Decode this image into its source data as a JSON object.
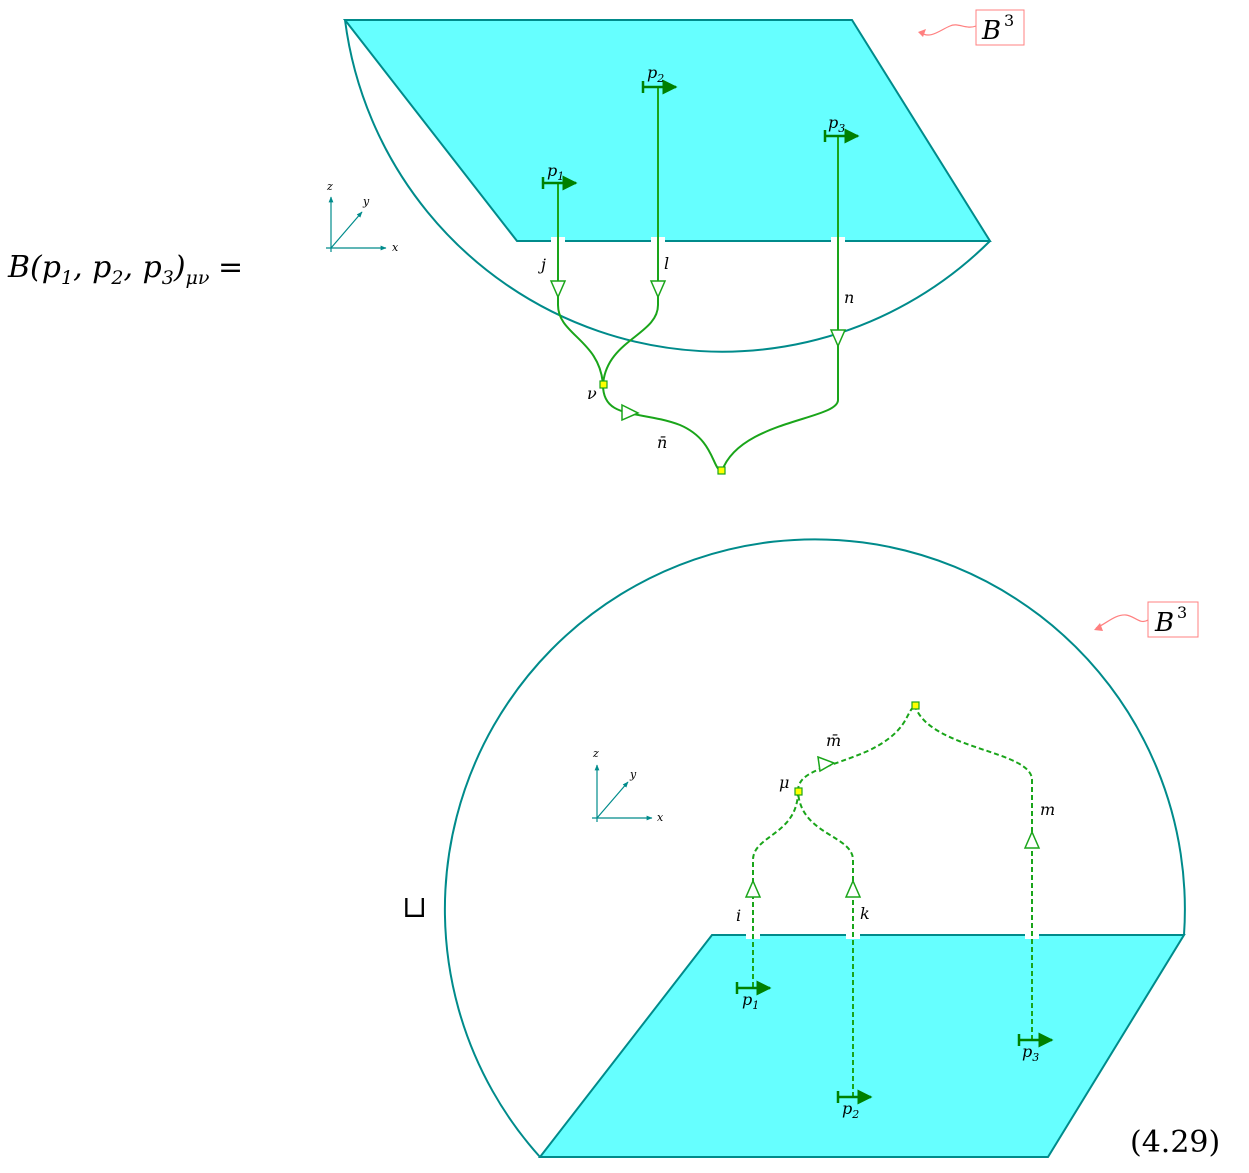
{
  "equation": {
    "lhs_main": "B(p",
    "lhs_sub1": "1",
    "lhs_mid1": ", p",
    "lhs_sub2": "2",
    "lhs_mid2": ", p",
    "lhs_sub3": "3",
    "lhs_close": ")",
    "lhs_index": "μν",
    "equals": "=",
    "union_symbol": "⊔",
    "equation_number": "(4.29)"
  },
  "top_diagram": {
    "ball_label": "B",
    "ball_label_sup": "3",
    "axes": {
      "x": "x",
      "y": "y",
      "z": "z"
    },
    "punctures": [
      {
        "name": "p",
        "sub": "1"
      },
      {
        "name": "p",
        "sub": "2"
      },
      {
        "name": "p",
        "sub": "3"
      }
    ],
    "edge_labels": {
      "j": "j",
      "l": "l",
      "n": "n",
      "nbar": "n̄"
    },
    "vertex_label": "ν"
  },
  "bottom_diagram": {
    "ball_label": "B",
    "ball_label_sup": "3",
    "axes": {
      "x": "x",
      "y": "y",
      "z": "z"
    },
    "punctures": [
      {
        "name": "p",
        "sub": "1"
      },
      {
        "name": "p",
        "sub": "2"
      },
      {
        "name": "p",
        "sub": "3"
      }
    ],
    "edge_labels": {
      "i": "i",
      "k": "k",
      "m": "m",
      "mbar": "m̄"
    },
    "vertex_label": "μ"
  },
  "colors": {
    "sheet_fill": "#66ffff",
    "boundary": "#008b8b",
    "string_green": "#1aa51a",
    "arrow_green": "#008000",
    "vertex_fill": "#ffff00",
    "tag_red": "#ff8080"
  }
}
